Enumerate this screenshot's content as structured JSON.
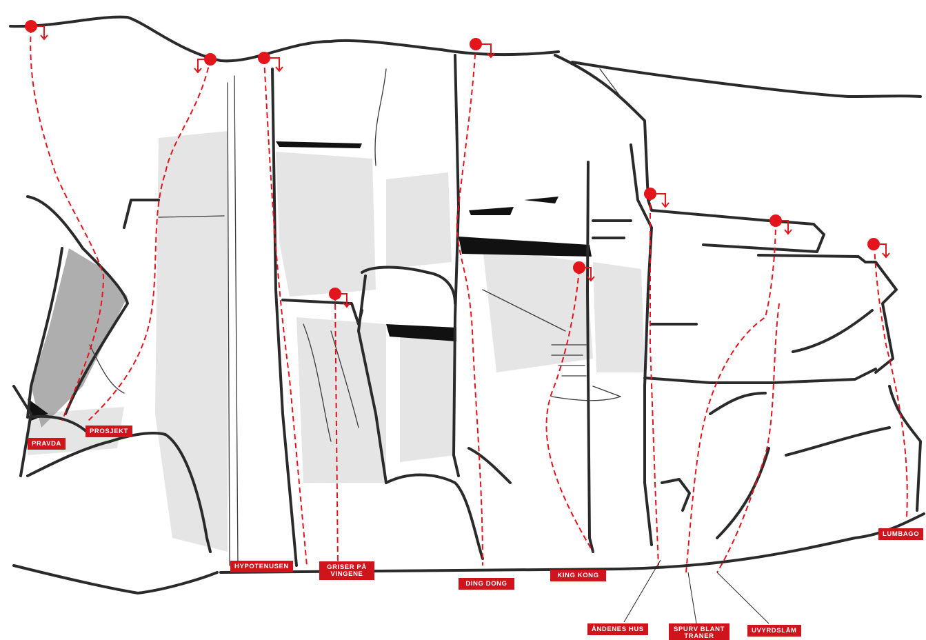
{
  "routes": [
    {
      "id": "pravda",
      "name": "PRAVDA"
    },
    {
      "id": "prosjekt",
      "name": "PROSJEKT"
    },
    {
      "id": "hypotenusen",
      "name": "HYPOTENUSEN"
    },
    {
      "id": "griser",
      "name": "GRISER PÅ VINGENE"
    },
    {
      "id": "dingdong",
      "name": "DING DONG"
    },
    {
      "id": "kingkong",
      "name": "KING KONG"
    },
    {
      "id": "andenes",
      "name": "ÅNDENES HUS"
    },
    {
      "id": "spurv",
      "name": "SPURV BLANT TRANER"
    },
    {
      "id": "uvyrdslam",
      "name": "UVYRDSLÅM"
    },
    {
      "id": "lumbago",
      "name": "LUMBAGO"
    }
  ],
  "colors": {
    "route": "#e3141b",
    "label_bg": "#d0141c",
    "rock_line": "#2a2a2a"
  }
}
